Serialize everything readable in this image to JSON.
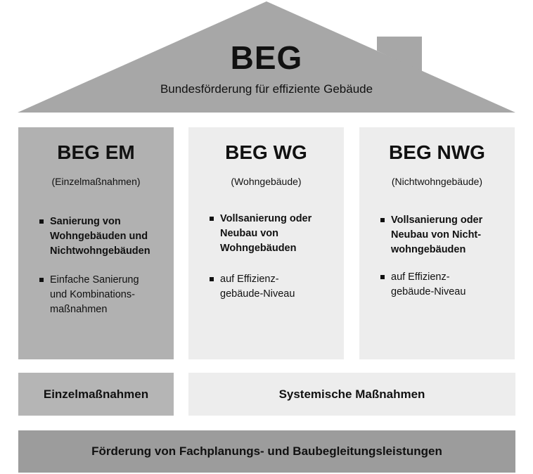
{
  "roof": {
    "title": "BEG",
    "subtitle": "Bundesförderung für effiziente Gebäude"
  },
  "pillars": [
    {
      "title": "BEG EM",
      "subtitle": "(Einzelmaßnahmen)",
      "bullets": [
        {
          "text": "Sanierung von\nWohngebäuden und\nNichtwohngebäuden",
          "bold": true
        },
        {
          "text": "Einfache Sanierung\nund Kombinations-\nmaßnahmen",
          "bold": false
        }
      ]
    },
    {
      "title": "BEG WG",
      "subtitle": "(Wohngebäude)",
      "bullets": [
        {
          "text": "Vollsanierung oder\nNeubau von\nWohngebäuden",
          "bold": true
        },
        {
          "text": "auf Effizienz-\ngebäude-Niveau",
          "bold": false
        }
      ]
    },
    {
      "title": "BEG NWG",
      "subtitle": "(Nichtwohngebäude)",
      "bullets": [
        {
          "text": "Vollsanierung oder\nNeubau von Nicht-\nwohngebäuden",
          "bold": true
        },
        {
          "text": "auf Effizienz-\ngebäude-Niveau",
          "bold": false
        }
      ]
    }
  ],
  "bars": {
    "einzel": "Einzelmaßnahmen",
    "systemisch": "Systemische Maßnahmen",
    "foundation": "Förderung von Fachplanungs- und Baubegleitungsleistungen"
  },
  "colors": {
    "roof": "#a7a7a7",
    "pillar_dark": "#b1b1b1",
    "pillar_light": "#ededed",
    "bar_dark": "#b5b5b5",
    "bar_light": "#ededed",
    "foundation": "#9c9c9c"
  }
}
